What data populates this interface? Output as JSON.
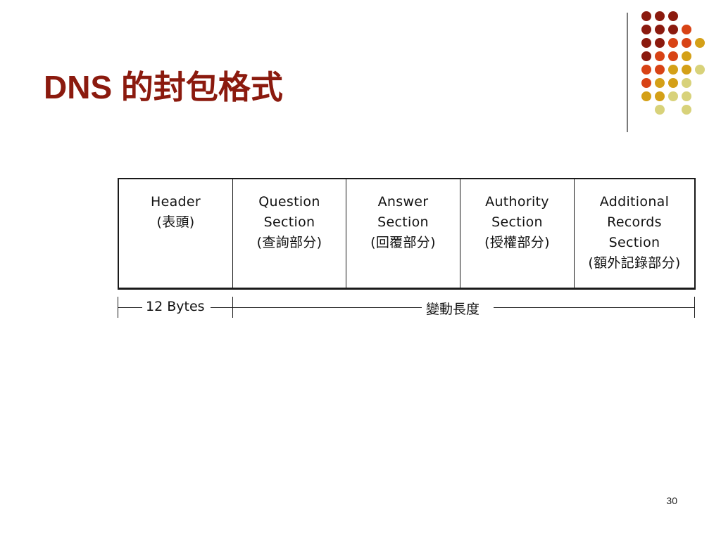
{
  "slide": {
    "title": "DNS 的封包格式",
    "page_number": "30",
    "accent_color": "#8B1A0E"
  },
  "packet": {
    "fields": [
      {
        "lines": [
          "Header",
          "(表頭)"
        ]
      },
      {
        "lines": [
          "Question",
          "Section",
          "(查詢部分)"
        ]
      },
      {
        "lines": [
          "Answer",
          "Section",
          "(回覆部分)"
        ]
      },
      {
        "lines": [
          "Authority",
          "Section",
          "(授權部分)"
        ]
      },
      {
        "lines": [
          "Additional",
          "Records",
          "Section",
          "(額外記錄部分)"
        ]
      }
    ],
    "fixed_length_label": "12 Bytes",
    "variable_length_label": "變動長度"
  },
  "decoration": {
    "dot_colors": [
      "#8B1A0E",
      "#D84315",
      "#D4A017",
      "#D8D27A"
    ]
  }
}
